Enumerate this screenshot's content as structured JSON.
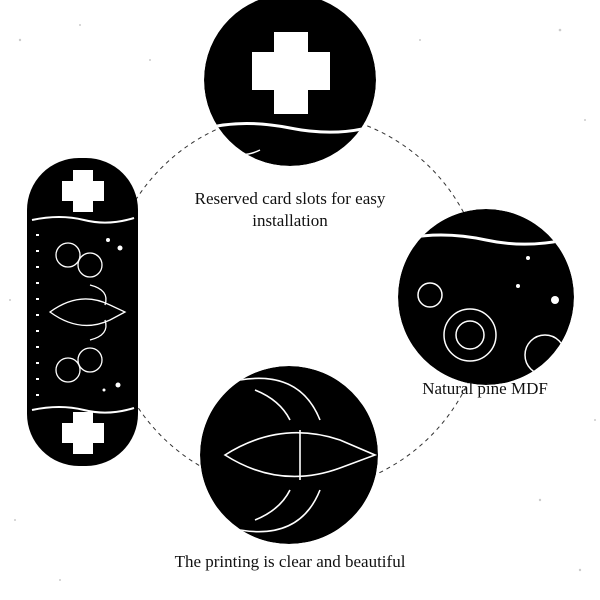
{
  "captions": {
    "card_slots_line1": "Reserved card slots for easy",
    "card_slots_line2": "installation",
    "material": "Natural pine MDF",
    "printing": "The printing is clear and beautiful"
  },
  "colors": {
    "board": "#000000",
    "print": "#ffffff",
    "dashed_ring": "#333333"
  }
}
